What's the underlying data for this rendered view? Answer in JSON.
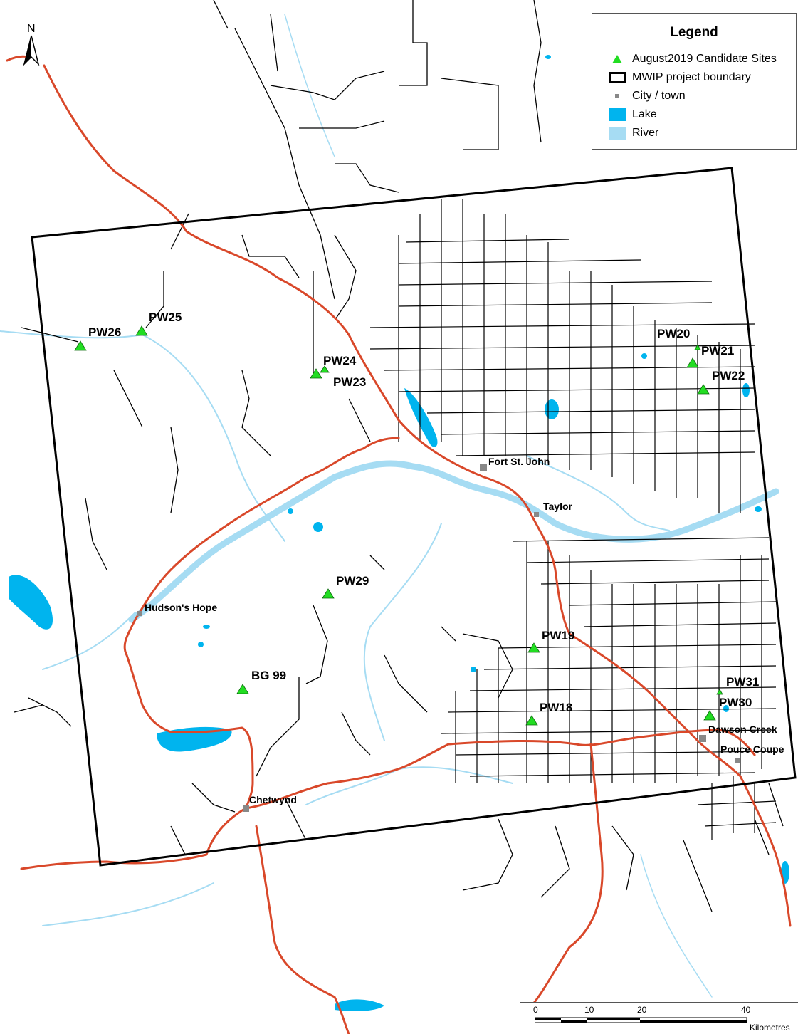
{
  "map": {
    "north_label": "N",
    "colors": {
      "road": "#d9482a",
      "lake": "#00b4ee",
      "river": "#a6dcf3",
      "site": "#22dd22",
      "boundary": "#000000"
    }
  },
  "legend": {
    "title": "Legend",
    "items": [
      {
        "label": "August2019 Candidate Sites",
        "symbol": "triangle"
      },
      {
        "label": "MWIP project boundary",
        "symbol": "box"
      },
      {
        "label": "City / town",
        "symbol": "square"
      },
      {
        "label": "Lake",
        "symbol": "fill"
      },
      {
        "label": "River",
        "symbol": "fill"
      }
    ]
  },
  "sites": [
    {
      "label": "PW25"
    },
    {
      "label": "PW26"
    },
    {
      "label": "PW24"
    },
    {
      "label": "PW23"
    },
    {
      "label": "PW20"
    },
    {
      "label": "PW21"
    },
    {
      "label": "PW22"
    },
    {
      "label": "PW29"
    },
    {
      "label": "PW19"
    },
    {
      "label": "BG 99"
    },
    {
      "label": "PW31"
    },
    {
      "label": "PW30"
    },
    {
      "label": "PW18"
    }
  ],
  "towns": [
    {
      "label": "Fort St. John"
    },
    {
      "label": "Taylor"
    },
    {
      "label": "Hudson's Hope"
    },
    {
      "label": "Dawson Creek"
    },
    {
      "label": "Pouce Coupe"
    },
    {
      "label": "Chetwynd"
    }
  ],
  "scalebar": {
    "ticks": [
      "0",
      "10",
      "20",
      "40"
    ],
    "unit": "Kilometres"
  }
}
